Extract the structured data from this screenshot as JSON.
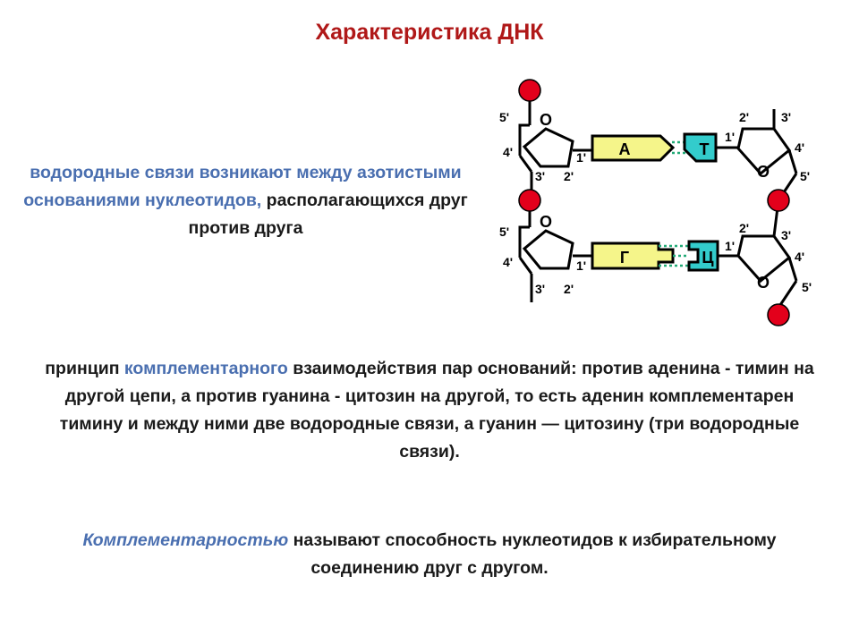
{
  "title": "Характеристика ДНК",
  "hbond_text": {
    "blue_part": "водородные связи возникают между азотистыми основаниями нуклеотидов,",
    "black_part": " располагающихся друг против друга"
  },
  "principle": {
    "prefix": "принцип ",
    "highlight": "комплементарного",
    "rest": " взаимодействия пар оснований: против аденина - тимин на другой цепи, а против гуанина - цитозин на другой, то есть аденин комплементарен тимину и между ними две водородные связи, а гуанин — цитозину (три водородные связи)."
  },
  "definition": {
    "term": "Комплементарностью",
    "rest": " называют способность нуклеотидов к избирательному соединению друг с другом."
  },
  "diagram": {
    "colors": {
      "phosphate": "#e3001b",
      "purine": "#f5f58a",
      "pyrimidine": "#33cccc",
      "bond": "#22aa77"
    },
    "left_strand_labels": {
      "c5": "5'",
      "o": "O",
      "c4": "4'",
      "c1": "1'",
      "c3": "3'",
      "c2": "2'"
    },
    "right_strand_labels": {
      "c2": "2'",
      "c3": "3'",
      "c1": "1'",
      "c4": "4'",
      "o": "O",
      "c5": "5'"
    },
    "pair_1": {
      "left_base": "А",
      "right_base": "Т"
    },
    "pair_2": {
      "left_base": "Г",
      "right_base": "Ц"
    }
  }
}
